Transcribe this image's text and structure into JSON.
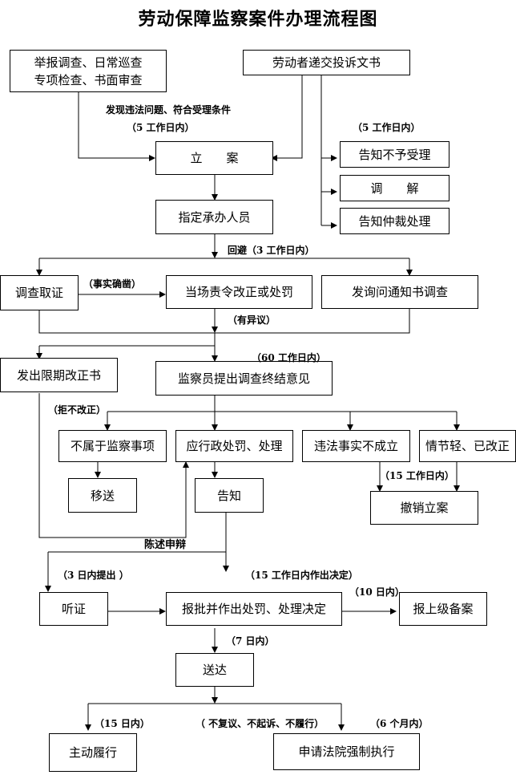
{
  "title": "劳动保障监察案件办理流程图",
  "boxes": {
    "report_inspect": "举报调查、日常巡查\n专项检查、书面审查",
    "report_line1": "举报调查、日常巡查",
    "report_line2": "专项检查、书面审查",
    "worker_complaint": "劳动者递交投诉文书",
    "file_case": "立　　案",
    "notify_reject": "告知不予受理",
    "mediate": "调　　解",
    "notify_arbitration": "告知仲裁处理",
    "assign_staff": "指定承办人员",
    "investigate": "调查取证",
    "onsite_order": "当场责令改正或处罚",
    "inquiry_notice": "发询问通知书调查",
    "rectify_notice": "发出限期改正书",
    "inspector_opinion": "监察员提出调查终结意见",
    "not_supervision": "不属于监察事项",
    "admin_penalty": "应行政处罚、处理",
    "not_established": "违法事实不成立",
    "minor_corrected": "情节轻、已改正",
    "transfer": "移送",
    "notify": "告知",
    "revoke_case": "撤销立案",
    "hearing": "听证",
    "approve_decision": "报批并作出处罚、处理决定",
    "report_superior": "报上级备案",
    "deliver": "送达",
    "voluntary": "主动履行",
    "court_enforce": "申请法院强制执行"
  },
  "notes": {
    "found_violation": "发现违法问题、符合受理条件",
    "five_days_left": "（5 工作日内）",
    "five_days_right": "（5 工作日内）",
    "recusal": "回避（3 工作日内）",
    "facts_clear": "（事实确凿）",
    "objection": "（有异议）",
    "sixty_days": "（60 工作日内）",
    "refuse_correct": "（拒不改正）",
    "fifteen_days_revoke": "（15 工作日内）",
    "statement_defense": "陈述申辩",
    "three_days": "（3 日内提出 ）",
    "fifteen_days_decide": "（15 工作日内作出决定）",
    "ten_days": "（10 日内）",
    "seven_days": "（7 日内）",
    "fifteen_days": "（15 日内）",
    "no_review": "（ 不复议、不起诉、不履行）",
    "six_months": "（6 个月内）"
  }
}
